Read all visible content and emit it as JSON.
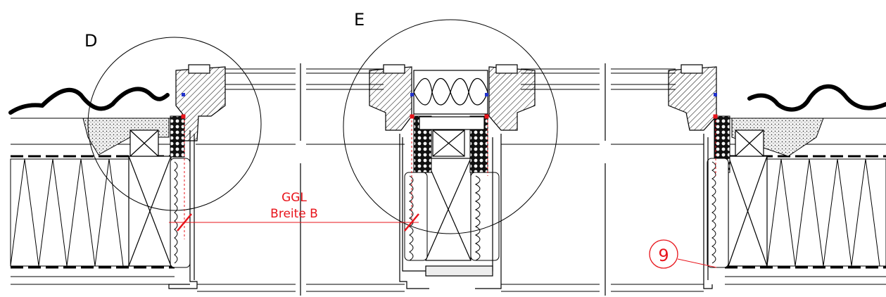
{
  "labels": {
    "detail_d": "D",
    "detail_e": "E",
    "dimension_line1": "GGL",
    "dimension_line2": "Breite B",
    "marker_number": "9"
  },
  "colors": {
    "line": "#000000",
    "annotation": "#e8141b",
    "seal_blue": "#2233cc",
    "insulation_fill": "#ffffff",
    "mortar_fill": "#e9e9e9"
  }
}
